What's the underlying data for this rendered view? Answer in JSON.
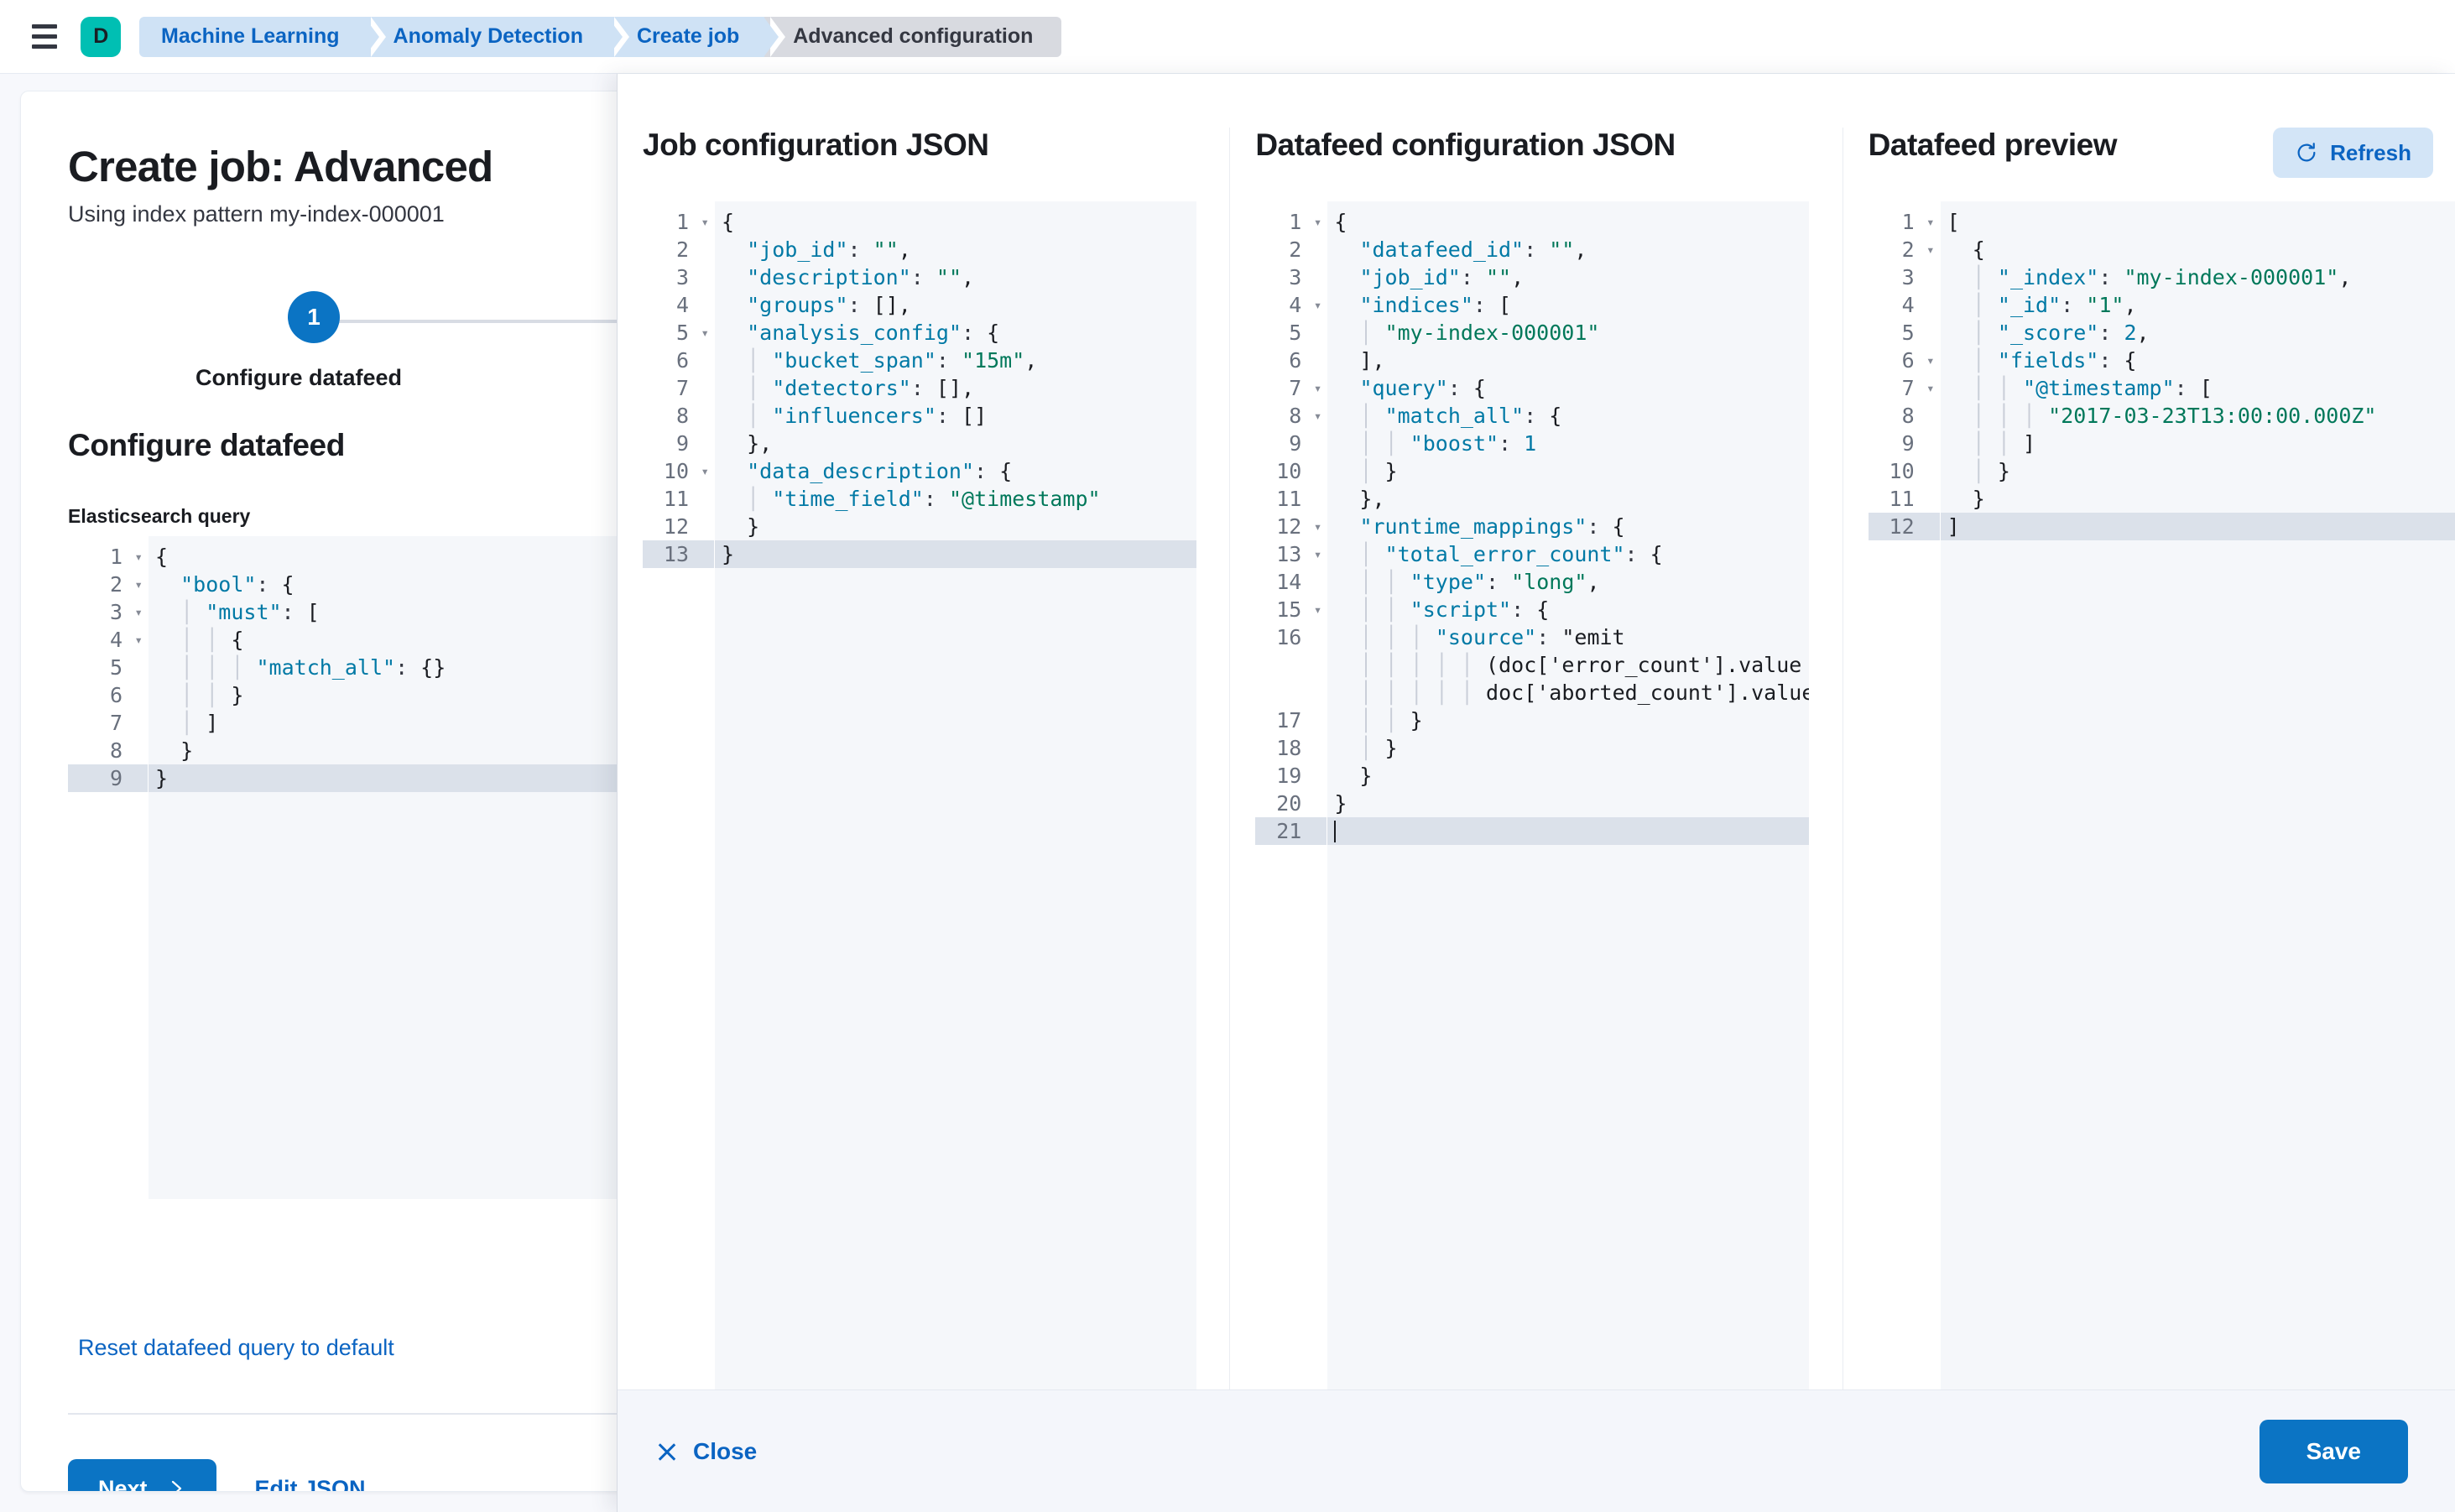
{
  "topbar": {
    "menu_icon": "hamburger-menu-icon",
    "logo_letter": "D",
    "breadcrumbs": [
      {
        "label": "Machine Learning",
        "current": false
      },
      {
        "label": "Anomaly Detection",
        "current": false
      },
      {
        "label": "Create job",
        "current": false
      },
      {
        "label": "Advanced configuration",
        "current": true
      }
    ]
  },
  "page": {
    "title": "Create job: Advanced",
    "subtitle": "Using index pattern my-index-000001",
    "step_number": "1",
    "step_label": "Configure datafeed",
    "section_title": "Configure datafeed",
    "query_field_label": "Elasticsearch query",
    "reset_link": "Reset datafeed query to default",
    "next_button": "Next",
    "next_chevron_icon": "chevron-right-icon",
    "edit_json_button": "Edit JSON",
    "accent_color": "#0b74c4",
    "link_color": "#0b64c2"
  },
  "query_editor": {
    "active_line": 9,
    "lines": [
      {
        "n": "1",
        "fold": true,
        "text": "{"
      },
      {
        "n": "2",
        "fold": true,
        "text": "  \"bool\": {"
      },
      {
        "n": "3",
        "fold": true,
        "text": "    \"must\": ["
      },
      {
        "n": "4",
        "fold": true,
        "text": "      {"
      },
      {
        "n": "5",
        "fold": false,
        "text": "        \"match_all\": {}"
      },
      {
        "n": "6",
        "fold": false,
        "text": "      }"
      },
      {
        "n": "7",
        "fold": false,
        "text": "    ]"
      },
      {
        "n": "8",
        "fold": false,
        "text": "  }"
      },
      {
        "n": "9",
        "fold": false,
        "text": "}"
      }
    ]
  },
  "flyout": {
    "columns": [
      {
        "title": "Job configuration JSON",
        "has_refresh": false,
        "editor": {
          "active_line": 13,
          "lines": [
            {
              "n": "1",
              "fold": true,
              "text": "{"
            },
            {
              "n": "2",
              "fold": false,
              "text": "  \"job_id\": \"\","
            },
            {
              "n": "3",
              "fold": false,
              "text": "  \"description\": \"\","
            },
            {
              "n": "4",
              "fold": false,
              "text": "  \"groups\": [],"
            },
            {
              "n": "5",
              "fold": true,
              "text": "  \"analysis_config\": {"
            },
            {
              "n": "6",
              "fold": false,
              "text": "    \"bucket_span\": \"15m\","
            },
            {
              "n": "7",
              "fold": false,
              "text": "    \"detectors\": [],"
            },
            {
              "n": "8",
              "fold": false,
              "text": "    \"influencers\": []"
            },
            {
              "n": "9",
              "fold": false,
              "text": "  },"
            },
            {
              "n": "10",
              "fold": true,
              "text": "  \"data_description\": {"
            },
            {
              "n": "11",
              "fold": false,
              "text": "    \"time_field\": \"@timestamp\""
            },
            {
              "n": "12",
              "fold": false,
              "text": "  }"
            },
            {
              "n": "13",
              "fold": false,
              "text": "}"
            }
          ]
        }
      },
      {
        "title": "Datafeed configuration JSON",
        "has_refresh": false,
        "editor": {
          "active_line": 21,
          "lines": [
            {
              "n": "1",
              "fold": true,
              "text": "{"
            },
            {
              "n": "2",
              "fold": false,
              "text": "  \"datafeed_id\": \"\","
            },
            {
              "n": "3",
              "fold": false,
              "text": "  \"job_id\": \"\","
            },
            {
              "n": "4",
              "fold": true,
              "text": "  \"indices\": ["
            },
            {
              "n": "5",
              "fold": false,
              "text": "    \"my-index-000001\""
            },
            {
              "n": "6",
              "fold": false,
              "text": "  ],"
            },
            {
              "n": "7",
              "fold": true,
              "text": "  \"query\": {"
            },
            {
              "n": "8",
              "fold": true,
              "text": "    \"match_all\": {"
            },
            {
              "n": "9",
              "fold": false,
              "text": "      \"boost\": 1"
            },
            {
              "n": "10",
              "fold": false,
              "text": "    }"
            },
            {
              "n": "11",
              "fold": false,
              "text": "  },"
            },
            {
              "n": "12",
              "fold": true,
              "text": "  \"runtime_mappings\": {"
            },
            {
              "n": "13",
              "fold": true,
              "text": "    \"total_error_count\": {"
            },
            {
              "n": "14",
              "fold": false,
              "text": "      \"type\": \"long\","
            },
            {
              "n": "15",
              "fold": true,
              "text": "      \"script\": {"
            },
            {
              "n": "16",
              "fold": false,
              "text": "        \"source\": \"emit"
            },
            {
              "n": "",
              "fold": false,
              "text": "            (doc['error_count'].value +"
            },
            {
              "n": "",
              "fold": false,
              "text": "            doc['aborted_count'].value)\""
            },
            {
              "n": "17",
              "fold": false,
              "text": "      }"
            },
            {
              "n": "18",
              "fold": false,
              "text": "    }"
            },
            {
              "n": "19",
              "fold": false,
              "text": "  }"
            },
            {
              "n": "20",
              "fold": false,
              "text": "}"
            },
            {
              "n": "21",
              "fold": false,
              "text": ""
            }
          ]
        }
      },
      {
        "title": "Datafeed preview",
        "has_refresh": true,
        "refresh_label": "Refresh",
        "refresh_icon": "refresh-icon",
        "editor": {
          "active_line": 12,
          "lines": [
            {
              "n": "1",
              "fold": true,
              "text": "["
            },
            {
              "n": "2",
              "fold": true,
              "text": "  {"
            },
            {
              "n": "3",
              "fold": false,
              "text": "    \"_index\": \"my-index-000001\","
            },
            {
              "n": "4",
              "fold": false,
              "text": "    \"_id\": \"1\","
            },
            {
              "n": "5",
              "fold": false,
              "text": "    \"_score\": 2,"
            },
            {
              "n": "6",
              "fold": true,
              "text": "    \"fields\": {"
            },
            {
              "n": "7",
              "fold": true,
              "text": "      \"@timestamp\": ["
            },
            {
              "n": "8",
              "fold": false,
              "text": "        \"2017-03-23T13:00:00.000Z\""
            },
            {
              "n": "9",
              "fold": false,
              "text": "      ]"
            },
            {
              "n": "10",
              "fold": false,
              "text": "    }"
            },
            {
              "n": "11",
              "fold": false,
              "text": "  }"
            },
            {
              "n": "12",
              "fold": false,
              "text": "]"
            }
          ]
        }
      }
    ],
    "footer": {
      "close_label": "Close",
      "close_icon": "close-x-icon",
      "save_label": "Save"
    }
  }
}
